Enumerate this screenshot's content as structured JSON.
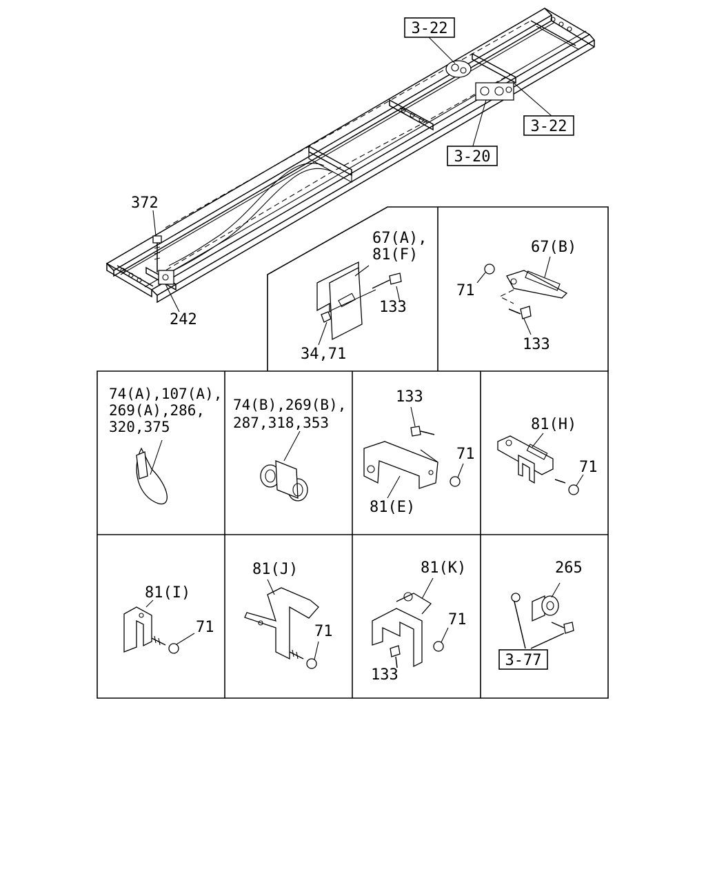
{
  "refs": {
    "ref_3_22_top": "3-22",
    "ref_3_22_right": "3-22",
    "ref_3_20": "3-20",
    "ref_3_77": "3-77"
  },
  "frame_labels": {
    "l372": "372",
    "l242": "242"
  },
  "cells": {
    "c67A_81F": {
      "title1": "67(A),",
      "title2": "81(F)",
      "bolt": "133",
      "nut": "34,71"
    },
    "c67B": {
      "title": "67(B)",
      "nut": "71",
      "bolt": "133"
    },
    "c74A": {
      "line1": "74(A),107(A),",
      "line2": "269(A),286,",
      "line3": "320,375"
    },
    "c74B": {
      "line1": "74(B),269(B),",
      "line2": "287,318,353"
    },
    "c81E": {
      "bolt": "133",
      "nut": "71",
      "title": "81(E)"
    },
    "c81H": {
      "title": "81(H)",
      "nut": "71"
    },
    "c81I": {
      "title": "81(I)",
      "nut": "71"
    },
    "c81J": {
      "title": "81(J)",
      "nut": "71"
    },
    "c81K": {
      "title": "81(K)",
      "nut": "71",
      "bolt": "133"
    },
    "c265": {
      "title": "265"
    }
  }
}
